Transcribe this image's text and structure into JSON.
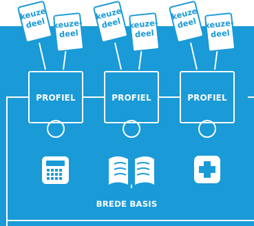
{
  "diagram": {
    "colors": {
      "background": "#1a9ad7",
      "white": "#ffffff",
      "card_text": "#1a9ad7",
      "icon_detail": "#1a9ad7"
    },
    "elective_line_1": "keuze",
    "elective_line_2_a": "deel",
    "elective_line_1_b": "keuze-",
    "elective_line_2_b": "deel",
    "profiles": [
      {
        "label": "PROFIEL",
        "icon": "calculator-icon"
      },
      {
        "label": "PROFIEL",
        "icon": "book-icon"
      },
      {
        "label": "PROFIEL",
        "icon": "medical-cross-icon"
      }
    ],
    "base_label": "BREDE BASIS"
  }
}
